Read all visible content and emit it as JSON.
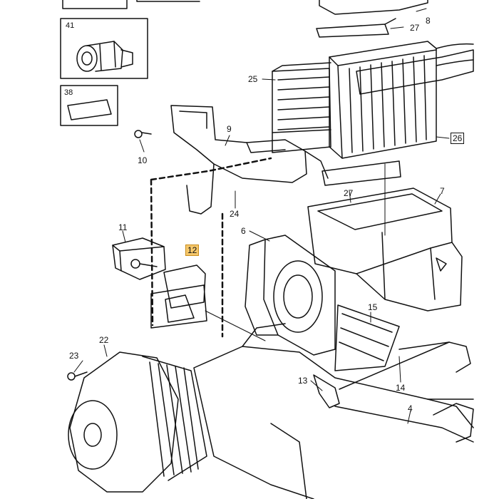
{
  "diagram": {
    "highlight_color": "#f5c76b",
    "insets": [
      {
        "id": "41",
        "label": "41"
      },
      {
        "id": "38",
        "label": "38"
      }
    ],
    "callouts": [
      {
        "id": "8",
        "label": "8"
      },
      {
        "id": "27a",
        "label": "27"
      },
      {
        "id": "25",
        "label": "25"
      },
      {
        "id": "26",
        "label": "26"
      },
      {
        "id": "9",
        "label": "9"
      },
      {
        "id": "10",
        "label": "10"
      },
      {
        "id": "27b",
        "label": "27"
      },
      {
        "id": "7",
        "label": "7"
      },
      {
        "id": "24",
        "label": "24"
      },
      {
        "id": "6",
        "label": "6"
      },
      {
        "id": "11",
        "label": "11"
      },
      {
        "id": "12",
        "label": "12",
        "highlighted": true
      },
      {
        "id": "15",
        "label": "15"
      },
      {
        "id": "22",
        "label": "22"
      },
      {
        "id": "23",
        "label": "23"
      },
      {
        "id": "13",
        "label": "13"
      },
      {
        "id": "14",
        "label": "14"
      },
      {
        "id": "4",
        "label": "4"
      }
    ]
  }
}
